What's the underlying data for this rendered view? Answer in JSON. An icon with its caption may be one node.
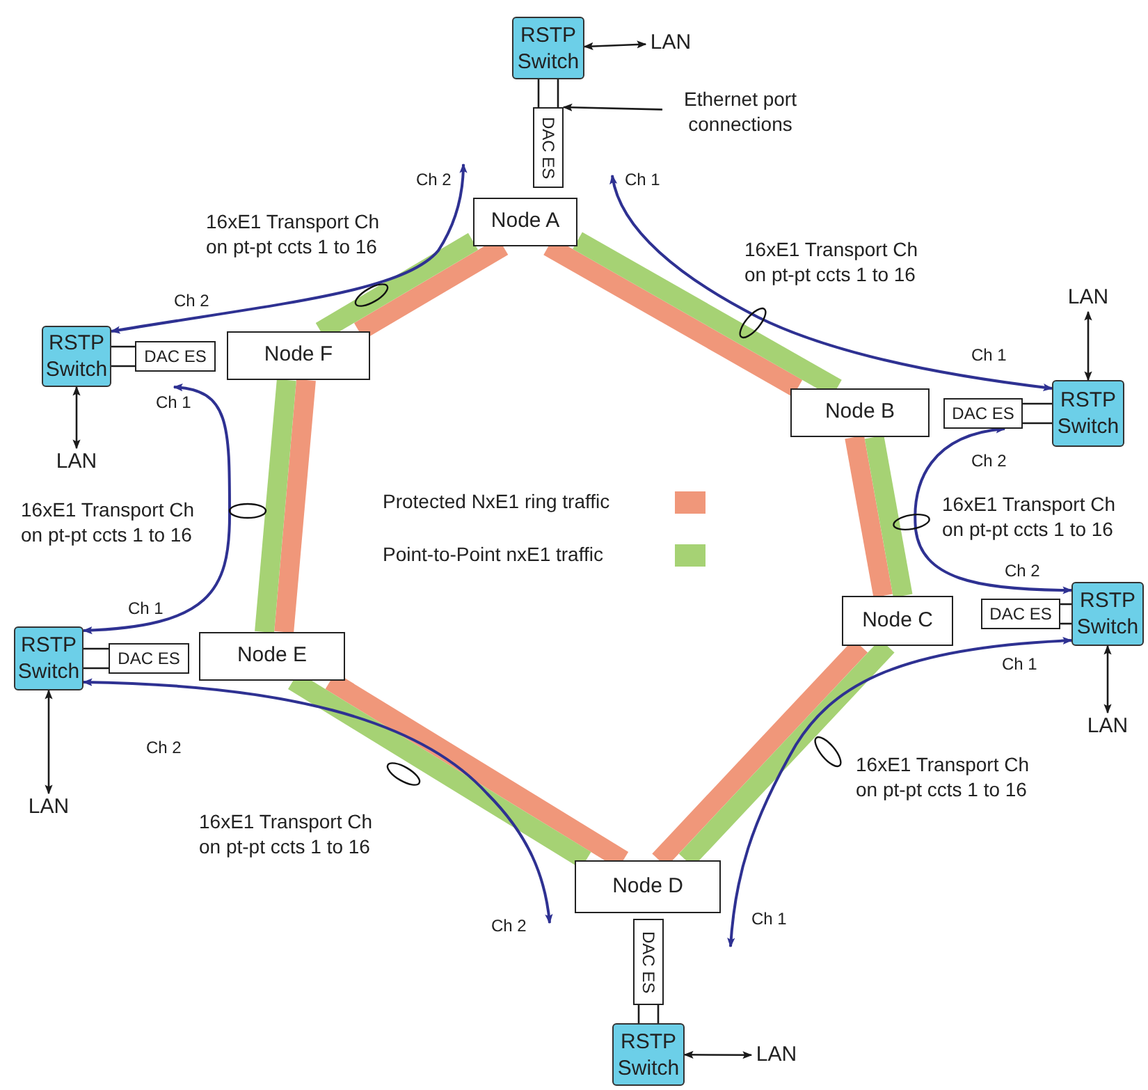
{
  "diagram": {
    "nodes": [
      {
        "text": [
          "Node A"
        ]
      },
      {
        "text": [
          "Node B"
        ]
      },
      {
        "text": [
          "Node C"
        ]
      },
      {
        "text": [
          "Node D"
        ]
      },
      {
        "text": [
          "Node E"
        ]
      },
      {
        "text": [
          "Node F"
        ]
      },
      {
        "text": [
          "DAC ES"
        ]
      },
      {
        "text": [
          "DAC ES"
        ]
      },
      {
        "text": [
          "DAC ES"
        ]
      },
      {
        "text": [
          "DAC ES"
        ]
      },
      {
        "text": [
          "DAC ES"
        ]
      },
      {
        "text": [
          "DAC ES"
        ]
      },
      {
        "text": [
          "RSTP Switch"
        ]
      },
      {
        "text": [
          "RSTP Switch"
        ]
      },
      {
        "text": [
          "RSTP Switch"
        ]
      },
      {
        "text": [
          "RSTP Switch"
        ]
      },
      {
        "text": [
          "RSTP Switch"
        ]
      },
      {
        "text": [
          "RSTP Switch"
        ]
      },
      {
        "text": [
          "LAN"
        ]
      },
      {
        "text": [
          "LAN"
        ]
      },
      {
        "text": [
          "LAN"
        ]
      },
      {
        "text": [
          "LAN"
        ]
      },
      {
        "text": [
          "LAN"
        ]
      },
      {
        "text": [
          "LAN"
        ]
      },
      {
        "text": [
          "Ethernet port connections"
        ]
      }
    ],
    "edges": [
      {
        "from": 0,
        "to": 1,
        "arrow": "none",
        "style": "thick",
        "color": "#f0977a"
      },
      {
        "from": 1,
        "to": 2,
        "arrow": "none",
        "style": "thick",
        "color": "#f0977a"
      },
      {
        "from": 2,
        "to": 3,
        "arrow": "none",
        "style": "thick",
        "color": "#f0977a"
      },
      {
        "from": 3,
        "to": 4,
        "arrow": "none",
        "style": "thick",
        "color": "#f0977a"
      },
      {
        "from": 4,
        "to": 5,
        "arrow": "none",
        "style": "thick",
        "color": "#f0977a"
      },
      {
        "from": 5,
        "to": 0,
        "arrow": "none",
        "style": "thick",
        "color": "#f0977a"
      },
      {
        "from": 0,
        "to": 1,
        "arrow": "none",
        "style": "thick",
        "color": "#a6d274"
      },
      {
        "from": 1,
        "to": 2,
        "arrow": "none",
        "style": "thick",
        "color": "#a6d274"
      },
      {
        "from": 2,
        "to": 3,
        "arrow": "none",
        "style": "thick",
        "color": "#a6d274"
      },
      {
        "from": 3,
        "to": 4,
        "arrow": "none",
        "style": "thick",
        "color": "#a6d274"
      },
      {
        "from": 4,
        "to": 5,
        "arrow": "none",
        "style": "thick",
        "color": "#a6d274"
      },
      {
        "from": 5,
        "to": 0,
        "arrow": "none",
        "style": "thick",
        "color": "#a6d274"
      },
      {
        "from": 0,
        "to": 13,
        "arrow": "both",
        "color": "#2e3192"
      },
      {
        "from": 7,
        "to": 14,
        "arrow": "both",
        "color": "#2e3192"
      },
      {
        "from": 14,
        "to": 3,
        "arrow": "both",
        "color": "#2e3192"
      },
      {
        "from": 3,
        "to": 16,
        "arrow": "both",
        "color": "#2e3192"
      },
      {
        "from": 16,
        "to": 11,
        "arrow": "both",
        "color": "#2e3192"
      },
      {
        "from": 17,
        "to": 0,
        "arrow": "both",
        "color": "#2e3192"
      },
      {
        "from": 12,
        "to": 6,
        "arrow": "none"
      },
      {
        "from": 12,
        "to": 6,
        "arrow": "none"
      },
      {
        "from": 13,
        "to": 7,
        "arrow": "none"
      },
      {
        "from": 13,
        "to": 7,
        "arrow": "none"
      },
      {
        "from": 14,
        "to": 8,
        "arrow": "none"
      },
      {
        "from": 14,
        "to": 8,
        "arrow": "none"
      },
      {
        "from": 15,
        "to": 9,
        "arrow": "none"
      },
      {
        "from": 15,
        "to": 9,
        "arrow": "none"
      },
      {
        "from": 16,
        "to": 10,
        "arrow": "none"
      },
      {
        "from": 16,
        "to": 10,
        "arrow": "none"
      },
      {
        "from": 17,
        "to": 11,
        "arrow": "none"
      },
      {
        "from": 17,
        "to": 11,
        "arrow": "none"
      },
      {
        "from": 12,
        "to": 18,
        "arrow": "both"
      },
      {
        "from": 13,
        "to": 19,
        "arrow": "both"
      },
      {
        "from": 14,
        "to": 20,
        "arrow": "both"
      },
      {
        "from": 15,
        "to": 21,
        "arrow": "both"
      },
      {
        "from": 16,
        "to": 22,
        "arrow": "both"
      },
      {
        "from": 17,
        "to": 23,
        "arrow": "both"
      },
      {
        "from": 24,
        "to": 6,
        "arrow": "to"
      }
    ],
    "labels": [
      "Ch 2",
      "Ch 1",
      "16xE1 Transport Ch on pt-pt ccts 1 to 16",
      "16xE1 Transport Ch on pt-pt ccts 1 to 16",
      "Ch 2",
      "Ch 1",
      "Ch 1",
      "Ch 2",
      "16xE1 Transport Ch on pt-pt ccts 1 to 16",
      "16xE1 Transport Ch on pt-pt ccts 1 to 16",
      "Ch 2",
      "Ch 1",
      "Ch 1",
      "Ch 2",
      "16xE1 Transport Ch on pt-pt ccts 1 to 16",
      "16xE1 Transport Ch on pt-pt ccts 1 to 16",
      "Ch 1",
      "Ch 2"
    ],
    "legend": [
      {
        "text": "Protected NxE1 ring traffic",
        "color": "#f0977a"
      },
      {
        "text": "Point-to-Point nxE1 traffic",
        "color": "#a6d274"
      }
    ]
  }
}
